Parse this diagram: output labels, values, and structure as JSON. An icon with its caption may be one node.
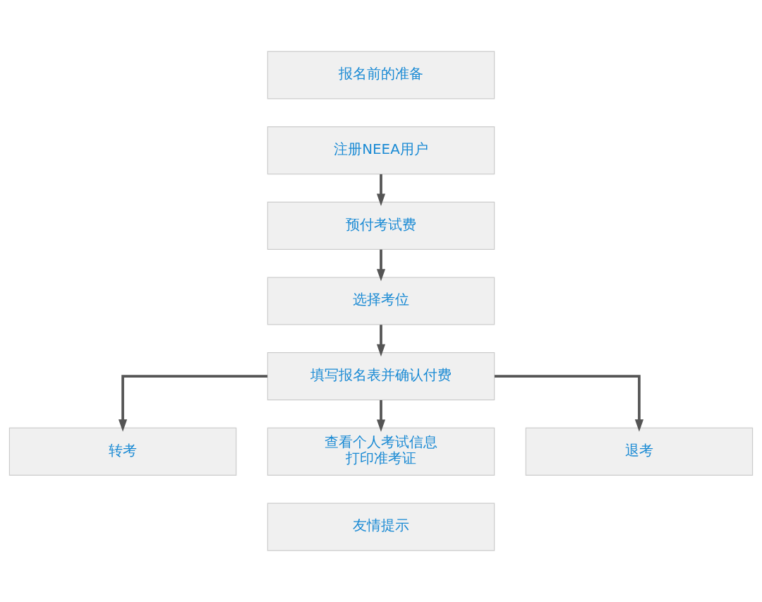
{
  "diagram": {
    "nodes": [
      {
        "text": [
          "报名前的准备"
        ]
      },
      {
        "text": [
          "注册NEEA用户"
        ]
      },
      {
        "text": [
          "预付考试费"
        ]
      },
      {
        "text": [
          "选择考位"
        ]
      },
      {
        "text": [
          "填写报名表并确认付费"
        ]
      },
      {
        "text": [
          "转考"
        ]
      },
      {
        "text": [
          "查看个人考试信息",
          "打印准考证"
        ]
      },
      {
        "text": [
          "退考"
        ]
      },
      {
        "text": [
          "友情提示"
        ]
      }
    ],
    "edges": [
      {
        "from": 1,
        "to": 2,
        "arrow": "to"
      },
      {
        "from": 2,
        "to": 3,
        "arrow": "to"
      },
      {
        "from": 3,
        "to": 4,
        "arrow": "to"
      },
      {
        "from": 4,
        "to": 5,
        "arrow": "to"
      },
      {
        "from": 4,
        "to": 6,
        "arrow": "to"
      },
      {
        "from": 4,
        "to": 7,
        "arrow": "to"
      }
    ]
  }
}
